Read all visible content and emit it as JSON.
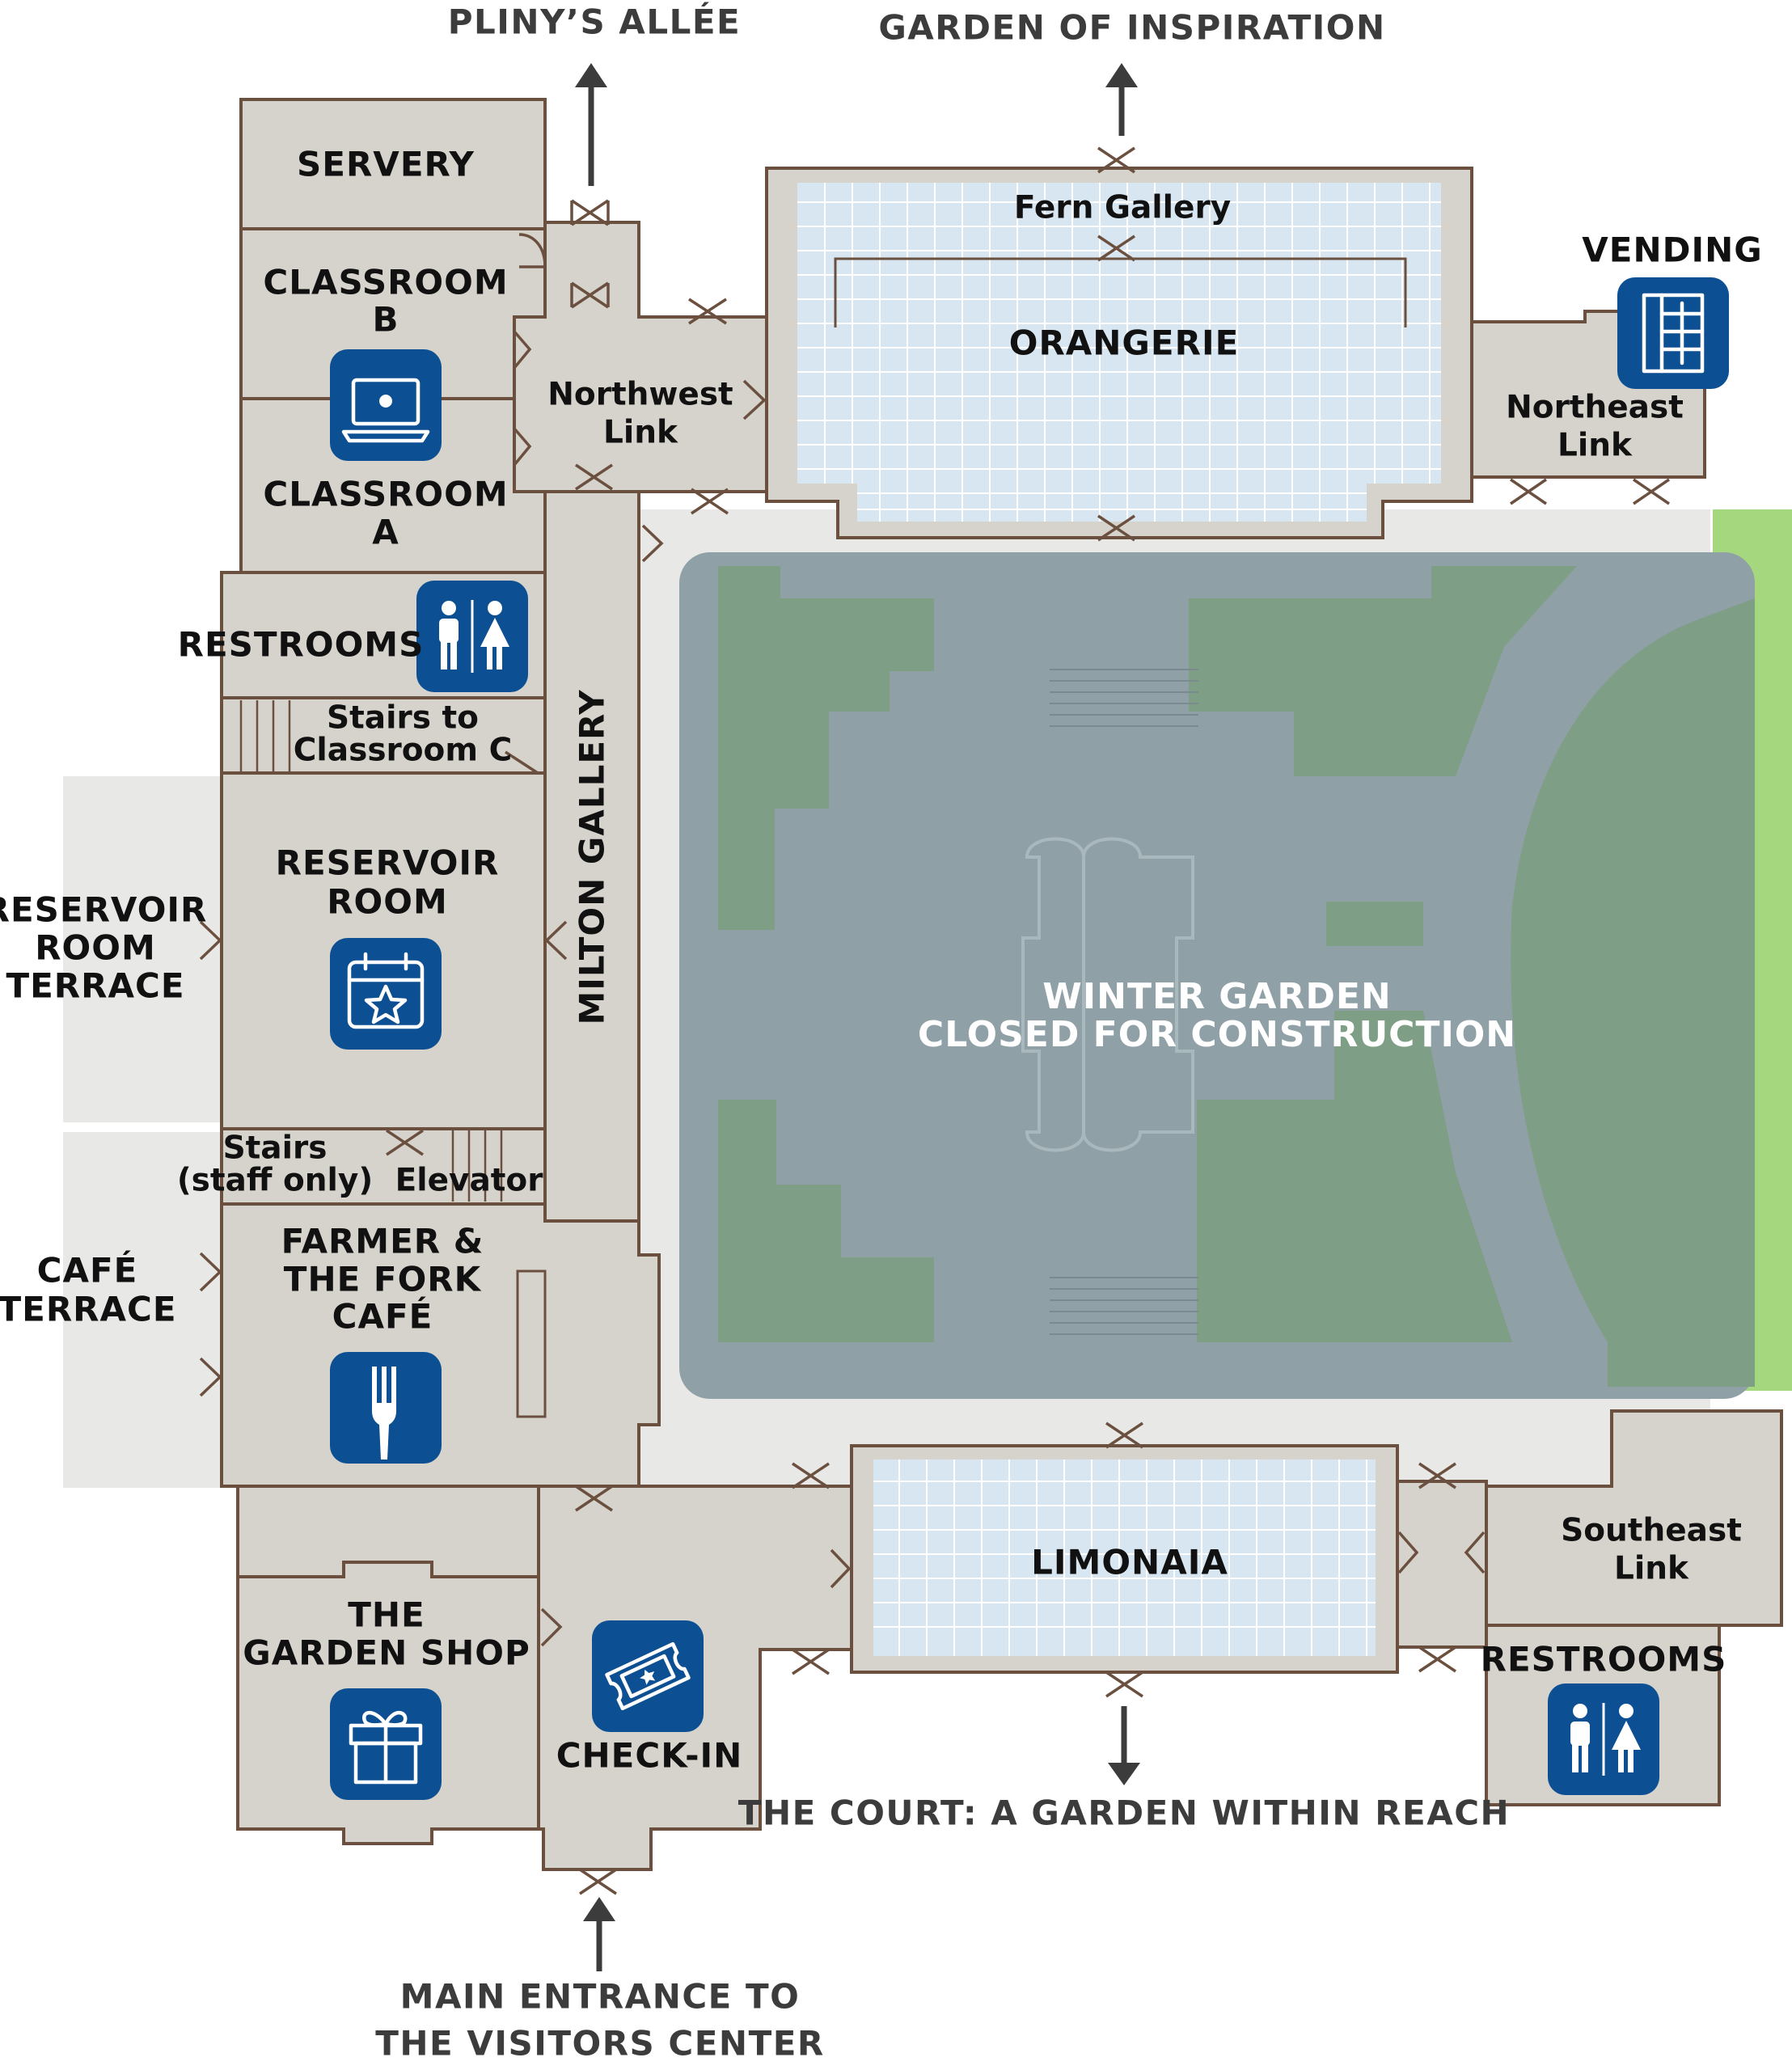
{
  "map": {
    "exits": {
      "pliny": "PLINY’S ALLÉE",
      "inspiration": "GARDEN OF INSPIRATION",
      "court": "THE COURT: A GARDEN WITHIN REACH",
      "main_entrance_line1": "MAIN ENTRANCE  TO",
      "main_entrance_line2": "THE VISITORS CENTER"
    },
    "rooms": {
      "servery": "SERVERY",
      "classroom_b_1": "CLASSROOM",
      "classroom_b_2": "B",
      "classroom_a_1": "CLASSROOM",
      "classroom_a_2": "A",
      "restrooms_west": "RESTROOMS",
      "stairs_c_1": "Stairs to",
      "stairs_c_2": "Classroom C",
      "reservoir_1": "RESERVOIR",
      "reservoir_2": "ROOM",
      "reservoir_terrace_1": "RESERVOIR",
      "reservoir_terrace_2": "ROOM",
      "reservoir_terrace_3": "TERRACE",
      "stairs_staff_1": "Stairs",
      "stairs_staff_2": "(staff only)",
      "elevator": "Elevator",
      "cafe_1": "FARMER &",
      "cafe_2": "THE FORK",
      "cafe_3": "CAFÉ",
      "cafe_terrace_1": "CAFÉ",
      "cafe_terrace_2": "TERRACE",
      "garden_shop_1": "THE",
      "garden_shop_2": "GARDEN SHOP",
      "check_in": "CHECK-IN",
      "milton_gallery": "MILTON GALLERY",
      "northwest_link_1": "Northwest",
      "northwest_link_2": "Link",
      "fern_gallery": "Fern Gallery",
      "orangerie": "ORANGERIE",
      "vending": "VENDING",
      "northeast_link_1": "Northeast",
      "northeast_link_2": "Link",
      "winter_garden_1": "WINTER GARDEN",
      "winter_garden_2": "CLOSED FOR CONSTRUCTION",
      "limonaia": "LIMONAIA",
      "southeast_link_1": "Southeast",
      "southeast_link_2": "Link",
      "restrooms_east": "RESTROOMS"
    },
    "icons": [
      "laptop-icon",
      "restroom-icon",
      "calendar-star-icon",
      "fork-icon",
      "gift-icon",
      "ticket-icon",
      "vending-machine-icon"
    ],
    "colors": {
      "wall": "#6b5040",
      "room": "#d6d3cc",
      "glass": "#d7e6f1",
      "terrace": "#e8e8e7",
      "winter_garden_overlay": "#8fa0a6",
      "lawn": "#7f9e86",
      "icon": "#0c4f92",
      "green_strip": "#a4d77e"
    }
  }
}
